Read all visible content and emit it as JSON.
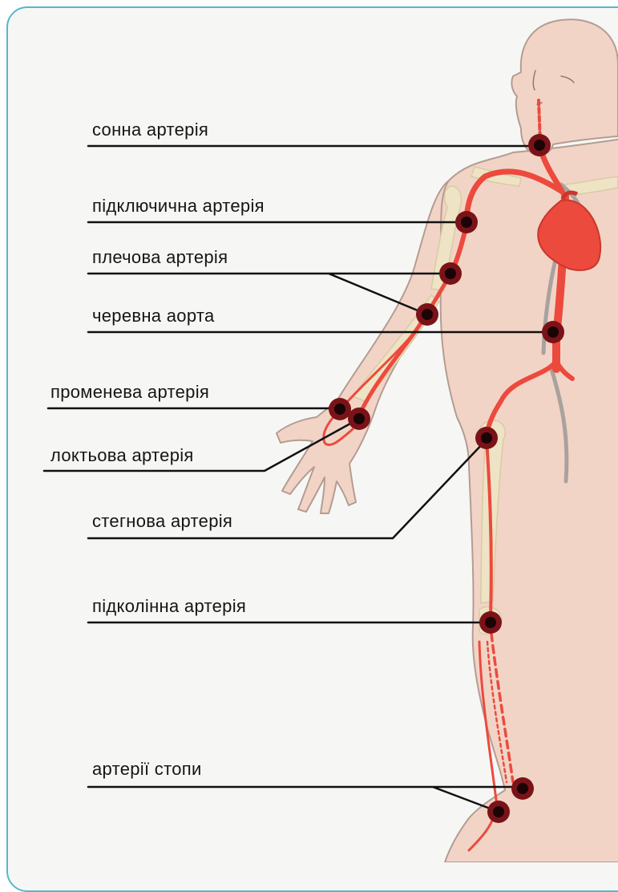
{
  "diagram": {
    "labels": {
      "carotid": "сонна артерія",
      "subclavian": "підключична артерія",
      "brachial": "плечова артерія",
      "abdominal_aorta": "черевна аорта",
      "radial": "променева артерія",
      "ulnar": "локтьова артерія",
      "femoral": "стегнова артерія",
      "popliteal": "підколінна артерія",
      "foot": "артерії стопи"
    }
  },
  "colors": {
    "border": "#55b8cc",
    "skin": "#f2d4c6",
    "skin_outline": "#b49c92",
    "bone": "#eee3c4",
    "artery": "#ec4a3d",
    "vein_shadow": "#a8a2a0",
    "pulse_ring": "#7a1318",
    "pulse_core": "#1a0406",
    "leader_line": "#111111"
  },
  "icons": {
    "pulse_point": "pulse-point-marker"
  }
}
